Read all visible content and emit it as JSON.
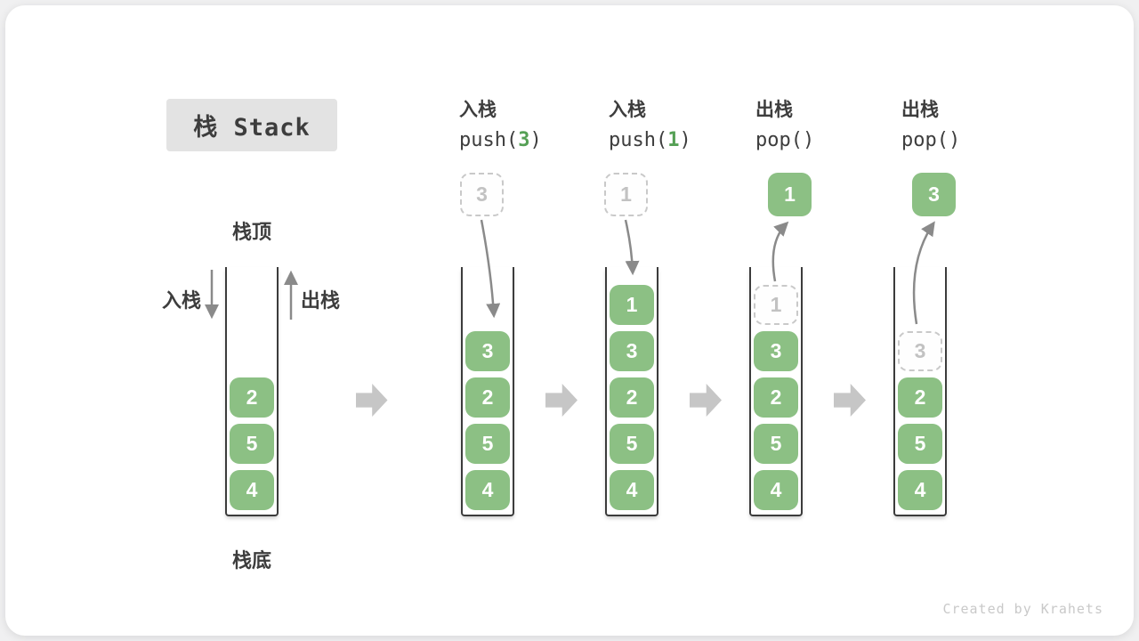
{
  "title": {
    "text": "栈 Stack"
  },
  "labels": {
    "stack_top": "栈顶",
    "stack_bottom": "栈底",
    "push_in": "入栈",
    "pop_out": "出栈"
  },
  "watermark": "Created by Krahets",
  "colors": {
    "cell_green": "#8CC084",
    "code_accent_green": "#55A055",
    "ghost_border": "#C9C9C9",
    "ghost_text": "#C2C2C2",
    "flow_arrow": "#8A8A8A",
    "block_arrow": "#C6C6C6",
    "container_stroke": "#3C3C3C",
    "text_dark": "#3D3D3D",
    "title_bg": "#E3E3E3",
    "watermark_gray": "#C9C9C9"
  },
  "diagram": {
    "columns": [
      {
        "name": "initial-stack",
        "header": null,
        "cells": [
          "2",
          "5",
          "4"
        ],
        "ghost": null,
        "float_box": null,
        "flow": null
      },
      {
        "name": "after-push-3",
        "header": {
          "op": "入栈",
          "code_before": "push(",
          "code_arg": "3",
          "code_after": ")"
        },
        "cells": [
          "3",
          "2",
          "5",
          "4"
        ],
        "ghost": null,
        "float_box": {
          "style": "dashed",
          "value": "3"
        },
        "flow": "in"
      },
      {
        "name": "after-push-1",
        "header": {
          "op": "入栈",
          "code_before": "push(",
          "code_arg": "1",
          "code_after": ")"
        },
        "cells": [
          "1",
          "3",
          "2",
          "5",
          "4"
        ],
        "ghost": null,
        "float_box": {
          "style": "dashed",
          "value": "1"
        },
        "flow": "in"
      },
      {
        "name": "after-pop-1",
        "header": {
          "op": "出栈",
          "code_before": "pop()",
          "code_arg": "",
          "code_after": ""
        },
        "cells": [
          "3",
          "2",
          "5",
          "4"
        ],
        "ghost": "1",
        "float_box": {
          "style": "solid",
          "value": "1"
        },
        "flow": "out"
      },
      {
        "name": "after-pop-3",
        "header": {
          "op": "出栈",
          "code_before": "pop()",
          "code_arg": "",
          "code_after": ""
        },
        "cells": [
          "2",
          "5",
          "4"
        ],
        "ghost": "3",
        "float_box": {
          "style": "solid",
          "value": "3"
        },
        "flow": "out"
      }
    ]
  }
}
